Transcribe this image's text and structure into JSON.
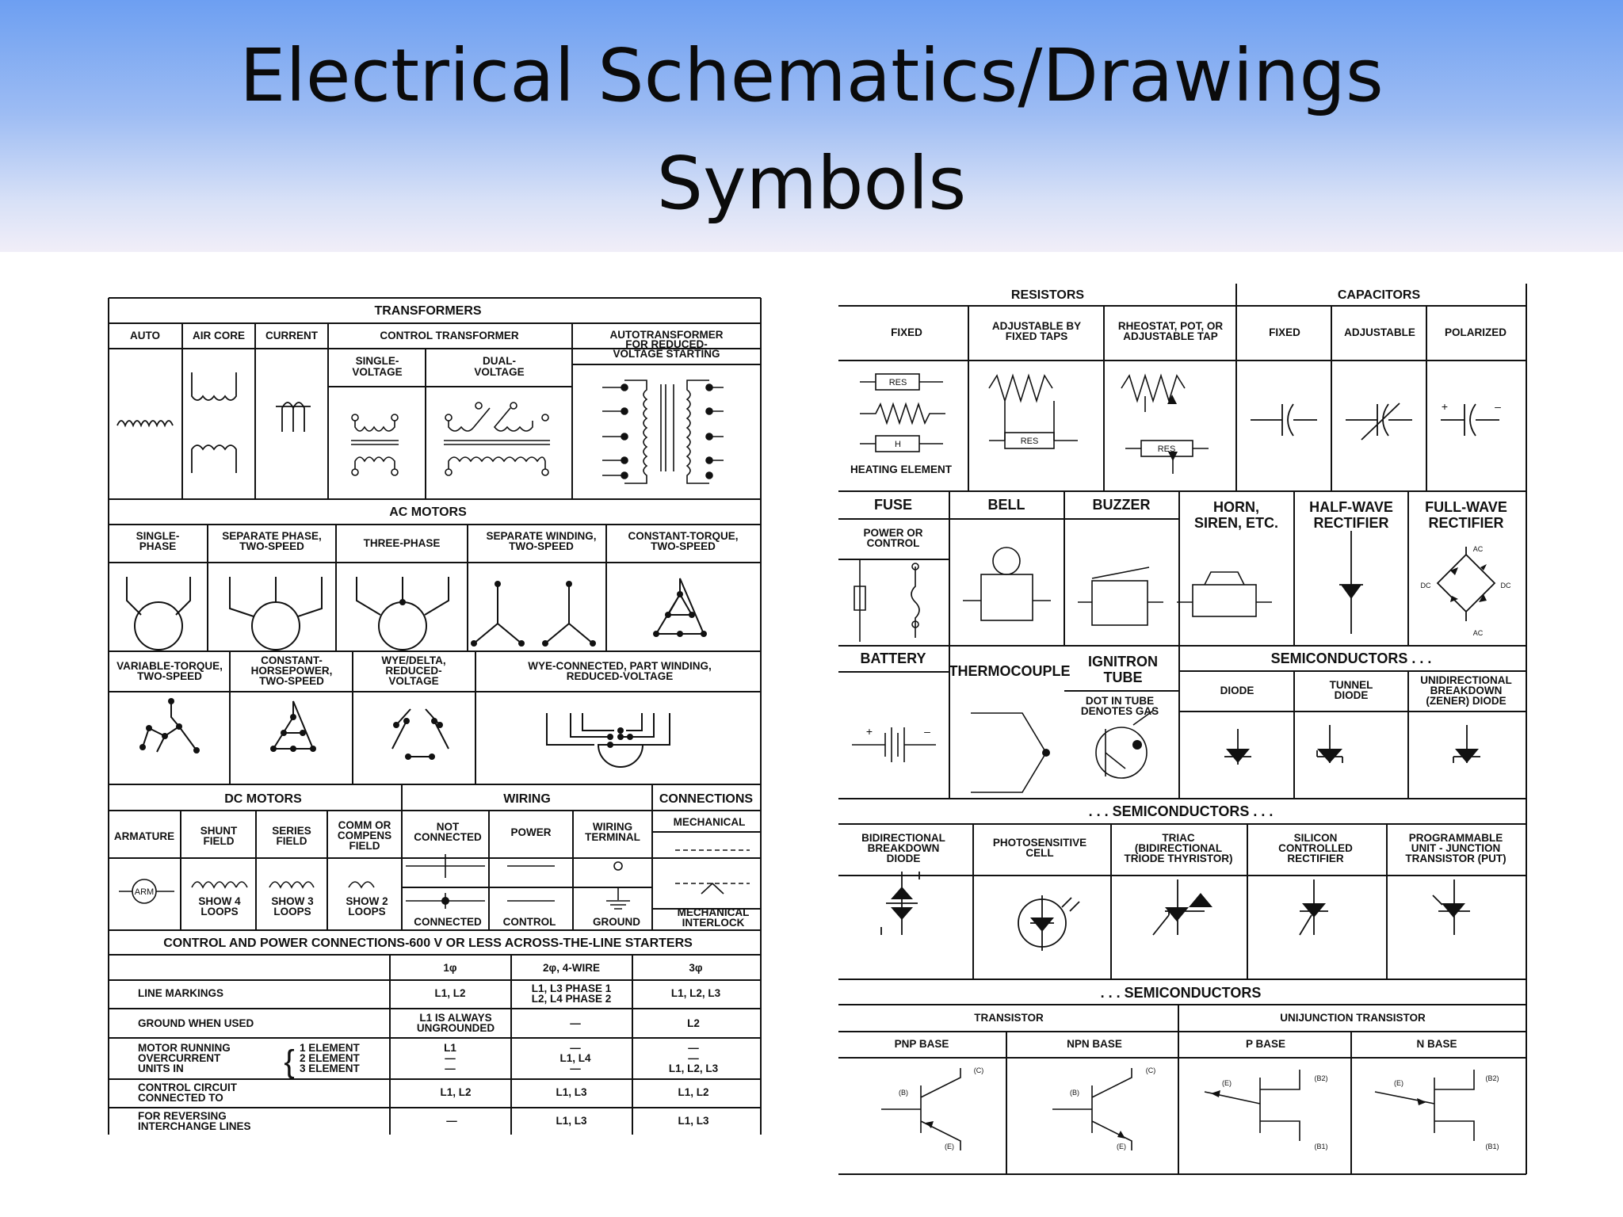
{
  "title": {
    "line1": "Electrical Schematics/Drawings",
    "line2": "Symbols"
  },
  "left": {
    "transformers": "TRANSFORMERS",
    "auto": "AUTO",
    "air_core": "AIR CORE",
    "current": "CURRENT",
    "control_transformer": "CONTROL TRANSFORMER",
    "single_voltage": [
      "SINGLE-",
      "VOLTAGE"
    ],
    "dual_voltage": [
      "DUAL-",
      "VOLTAGE"
    ],
    "autotransformer": [
      "AUTOTRANSFORMER",
      "FOR REDUCED-",
      "VOLTAGE STARTING"
    ],
    "ac_motors": "AC MOTORS",
    "single_phase": [
      "SINGLE-",
      "PHASE"
    ],
    "separate_phase": [
      "SEPARATE PHASE,",
      "TWO-SPEED"
    ],
    "three_phase": "THREE-PHASE",
    "separate_winding": [
      "SEPARATE WINDING,",
      "TWO-SPEED"
    ],
    "constant_torque": [
      "CONSTANT-TORQUE,",
      "TWO-SPEED"
    ],
    "variable_torque": [
      "VARIABLE-TORQUE,",
      "TWO-SPEED"
    ],
    "constant_hp": [
      "CONSTANT-",
      "HORSEPOWER,",
      "TWO-SPEED"
    ],
    "wye_delta": [
      "WYE/DELTA,",
      "REDUCED-",
      "VOLTAGE"
    ],
    "wye_connected": [
      "WYE-CONNECTED, PART WINDING,",
      "REDUCED-VOLTAGE"
    ],
    "dc_motors": "DC MOTORS",
    "wiring": "WIRING",
    "connections": "CONNECTIONS",
    "armature": "ARMATURE",
    "shunt_field": [
      "SHUNT",
      "FIELD"
    ],
    "series_field": [
      "SERIES",
      "FIELD"
    ],
    "comm_field": [
      "COMM OR",
      "COMPENS",
      "FIELD"
    ],
    "not_connected": [
      "NOT",
      "CONNECTED"
    ],
    "power": "POWER",
    "wiring_terminal": [
      "WIRING",
      "TERMINAL"
    ],
    "mechanical": "MECHANICAL",
    "show4": [
      "SHOW 4",
      "LOOPS"
    ],
    "show3": [
      "SHOW 3",
      "LOOPS"
    ],
    "show2": [
      "SHOW 2",
      "LOOPS"
    ],
    "connected": "CONNECTED",
    "control": "CONTROL",
    "ground": "GROUND",
    "mech_interlock": [
      "MECHANICAL",
      "INTERLOCK"
    ],
    "arm": "ARM",
    "starters_title": "CONTROL AND POWER CONNECTIONS-600 V OR LESS ACROSS-THE-LINE STARTERS",
    "table": {
      "cols": [
        "1φ",
        "2φ, 4-WIRE",
        "3φ"
      ],
      "rows": [
        {
          "label": [
            "LINE MARKINGS"
          ],
          "c1": [
            "L1, L2"
          ],
          "c2": [
            "L1, L3 PHASE 1",
            "L2, L4 PHASE 2"
          ],
          "c3": [
            "L1, L2, L3"
          ]
        },
        {
          "label": [
            "GROUND WHEN USED"
          ],
          "c1": [
            "L1 IS ALWAYS",
            "UNGROUNDED"
          ],
          "c2": [
            "—"
          ],
          "c3": [
            "L2"
          ]
        },
        {
          "label": [
            "MOTOR RUNNING",
            "OVERCURRENT",
            "UNITS IN"
          ],
          "sub": [
            "1 ELEMENT",
            "2 ELEMENT",
            "3 ELEMENT"
          ],
          "c1": [
            "L1",
            "—",
            "—"
          ],
          "c2": [
            "—",
            "L1, L4",
            "—"
          ],
          "c3": [
            "—",
            "—",
            "L1, L2, L3"
          ]
        },
        {
          "label": [
            "CONTROL CIRCUIT",
            "CONNECTED TO"
          ],
          "c1": [
            "L1, L2"
          ],
          "c2": [
            "L1, L3"
          ],
          "c3": [
            "L1, L2"
          ]
        },
        {
          "label": [
            "FOR REVERSING",
            "INTERCHANGE LINES"
          ],
          "c1": [
            "—"
          ],
          "c2": [
            "L1, L3"
          ],
          "c3": [
            "L1, L3"
          ]
        }
      ]
    }
  },
  "right": {
    "resistors": "RESISTORS",
    "capacitors": "CAPACITORS",
    "fixed": "FIXED",
    "adj_fixed_taps": [
      "ADJUSTABLE BY",
      "FIXED TAPS"
    ],
    "rheostat": [
      "RHEOSTAT, POT, OR",
      "ADJUSTABLE TAP"
    ],
    "cap_fixed": "FIXED",
    "cap_adjustable": "ADJUSTABLE",
    "polarized": "POLARIZED",
    "res": "RES",
    "h": "H",
    "heating_element": "HEATING ELEMENT",
    "fuse": "FUSE",
    "power_or_control": [
      "POWER OR",
      "CONTROL"
    ],
    "bell": "BELL",
    "buzzer": "BUZZER",
    "horn": [
      "HORN,",
      "SIREN, ETC."
    ],
    "half_wave": [
      "HALF-WAVE",
      "RECTIFIER"
    ],
    "full_wave": [
      "FULL-WAVE",
      "RECTIFIER"
    ],
    "ac": "AC",
    "dc": "DC",
    "battery": "BATTERY",
    "thermocouple": "THERMOCOUPLE",
    "ignitron": [
      "IGNITRON",
      "TUBE"
    ],
    "dot_in_tube": [
      "DOT IN TUBE",
      "DENOTES GAS"
    ],
    "semiconductors": "SEMICONDUCTORS . . .",
    "diode": "DIODE",
    "tunnel_diode": [
      "TUNNEL",
      "DIODE"
    ],
    "zener": [
      "UNIDIRECTIONAL",
      "BREAKDOWN",
      "(ZENER) DIODE"
    ],
    "semiconductors_mid": ". . . SEMICONDUCTORS . . .",
    "bidirectional": [
      "BIDIRECTIONAL",
      "BREAKDOWN",
      "DIODE"
    ],
    "photosensitive": [
      "PHOTOSENSITIVE",
      "CELL"
    ],
    "triac": [
      "TRIAC",
      "(BIDIRECTIONAL",
      "TRIODE THYRISTOR)"
    ],
    "scr": [
      "SILICON",
      "CONTROLLED",
      "RECTIFIER"
    ],
    "put": [
      "PROGRAMMABLE",
      "UNIT - JUNCTION",
      "TRANSISTOR (PUT)"
    ],
    "semiconductors_end": ". . . SEMICONDUCTORS",
    "transistor": "TRANSISTOR",
    "ujt": "UNIJUNCTION TRANSISTOR",
    "pnp": "PNP BASE",
    "npn": "NPN BASE",
    "p_base": "P BASE",
    "n_base": "N BASE",
    "c": "(C)",
    "b": "(B)",
    "e": "(E)",
    "b2": "(B2)",
    "b1": "(B1)"
  }
}
